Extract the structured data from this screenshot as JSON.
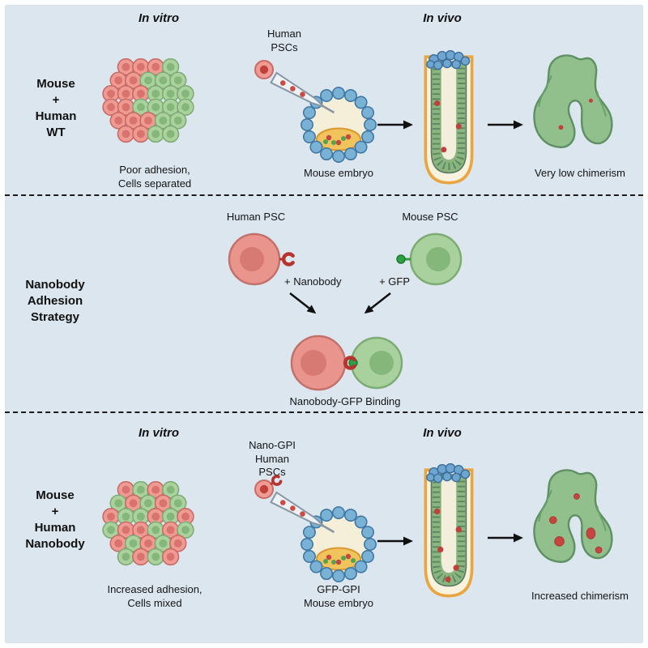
{
  "top": {
    "in_vitro": "In vitro",
    "in_vivo": "In vivo",
    "row_label": [
      "Mouse",
      "+",
      "Human",
      "WT"
    ],
    "cluster_caption": [
      "Poor adhesion,",
      "Cells separated"
    ],
    "psc_label": [
      "Human",
      "PSCs"
    ],
    "embryo_caption": [
      "Mouse embryo"
    ],
    "result_caption": "Very low chimerism"
  },
  "middle": {
    "row_label": [
      "Nanobody",
      "Adhesion",
      "Strategy"
    ],
    "human_psc": "Human PSC",
    "mouse_psc": "Mouse PSC",
    "nanobody": "+ Nanobody",
    "gfp": "+ GFP",
    "binding_caption": "Nanobody-GFP Binding"
  },
  "bottom": {
    "in_vitro": "In vitro",
    "in_vivo": "In vivo",
    "row_label": [
      "Mouse",
      "+",
      "Human",
      "Nanobody"
    ],
    "cluster_caption": [
      "Increased adhesion,",
      "Cells mixed"
    ],
    "psc_label": [
      "Nano-GPI",
      "Human",
      "PSCs"
    ],
    "embryo_caption": [
      "GFP-GPI",
      "Mouse embryo"
    ],
    "result_caption": "Increased chimerism"
  },
  "colors": {
    "background": "#dce6ef",
    "human_cell_fill": "#ef9b94",
    "human_cell_nucleus": "#d9736d",
    "mouse_cell_fill": "#abd29e",
    "mouse_cell_nucleus": "#84b779",
    "gfp_green": "#2f9e44",
    "nanobody_red": "#b5342e",
    "trophoblast_blue": "#7ab2d6",
    "endoderm_orange": "#e9a53f"
  }
}
